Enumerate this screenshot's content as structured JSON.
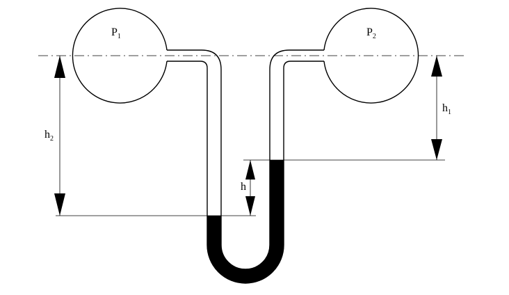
{
  "labels": {
    "p1": {
      "main": "P",
      "sub": "1"
    },
    "p2": {
      "main": "P",
      "sub": "2"
    },
    "h1": {
      "main": "h",
      "sub": "1"
    },
    "h2": {
      "main": "h",
      "sub": "2"
    },
    "h": {
      "main": "h"
    }
  },
  "colors": {
    "line": "#000000",
    "liquid": "#000000",
    "background": "#ffffff"
  }
}
